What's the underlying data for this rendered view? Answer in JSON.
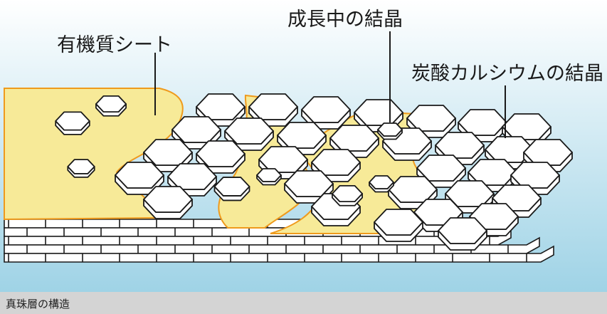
{
  "diagram": {
    "labels": {
      "organic_sheet": "有機質シート",
      "growing_crystal": "成長中の結晶",
      "calcium_carbonate_crystal": "炭酸カルシウムの結晶"
    },
    "caption": "真珠層の構造"
  },
  "colors": {
    "sky_top": "#ffffff",
    "sky_bottom": "#9fd3e6",
    "organic_sheet_fill": "#f7ea98",
    "organic_sheet_edge": "#ef9a1c",
    "crystal_fill": "#ffffff",
    "outline": "#1a1a1a",
    "caption_bar": "#d4d4d4"
  }
}
